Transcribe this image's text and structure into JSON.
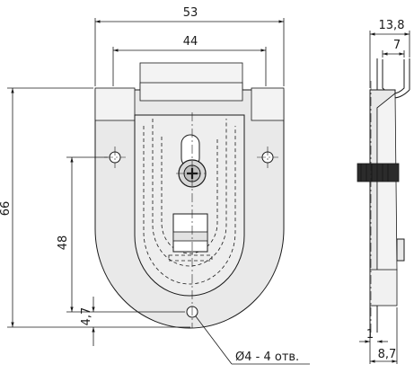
{
  "dimensions": {
    "width_overall": "53",
    "width_inner": "44",
    "height_overall": "66",
    "height_holes": "48",
    "hole_offset": "4,7",
    "hole_note": "Ø4 - 4 отв.",
    "side_depth": "13,8",
    "side_slot": "7",
    "side_thickness": "1",
    "side_base": "8,7"
  }
}
